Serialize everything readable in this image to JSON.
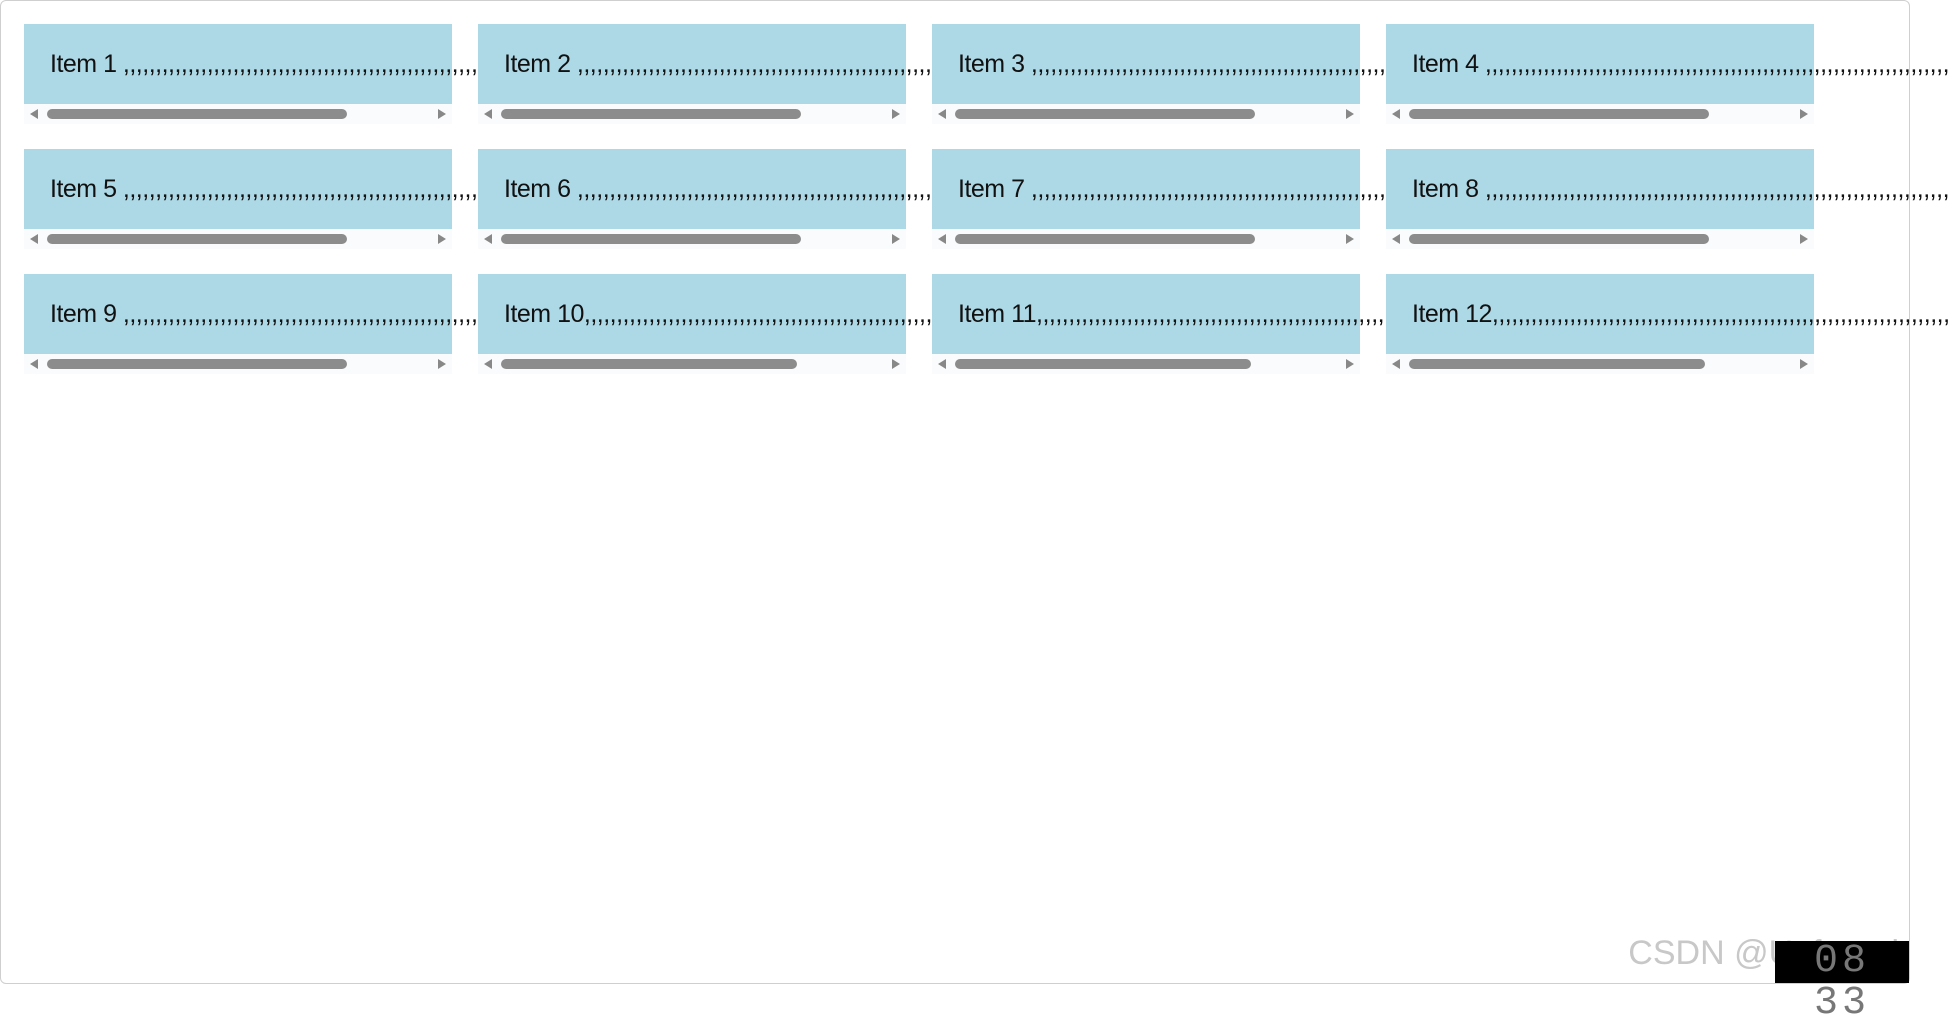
{
  "items": [
    {
      "label": "Item 1 ,,,,,,,,,,,,,,,,,,,,,,,,,,,,,,,,,,,,,,,,,,,,,,,,,,,,,,,,,,,,,,,,,,,,,,,,"
    },
    {
      "label": "Item 2 ,,,,,,,,,,,,,,,,,,,,,,,,,,,,,,,,,,,,,,,,,,,,,,,,,,,,,,,,,,,,,,,,,,,,,,,,"
    },
    {
      "label": "Item 3 ,,,,,,,,,,,,,,,,,,,,,,,,,,,,,,,,,,,,,,,,,,,,,,,,,,,,,,,,,,,,,,,,,,,,,,,,"
    },
    {
      "label": "Item 4 ,,,,,,,,,,,,,,,,,,,,,,,,,,,,,,,,,,,,,,,,,,,,,,,,,,,,,,,,,,,,,,,,,,,,,,,,"
    },
    {
      "label": "Item 5 ,,,,,,,,,,,,,,,,,,,,,,,,,,,,,,,,,,,,,,,,,,,,,,,,,,,,,,,,,,,,,,,,,,,,,,,,"
    },
    {
      "label": "Item 6 ,,,,,,,,,,,,,,,,,,,,,,,,,,,,,,,,,,,,,,,,,,,,,,,,,,,,,,,,,,,,,,,,,,,,,,,,"
    },
    {
      "label": "Item 7 ,,,,,,,,,,,,,,,,,,,,,,,,,,,,,,,,,,,,,,,,,,,,,,,,,,,,,,,,,,,,,,,,,,,,,,,,"
    },
    {
      "label": "Item 8 ,,,,,,,,,,,,,,,,,,,,,,,,,,,,,,,,,,,,,,,,,,,,,,,,,,,,,,,,,,,,,,,,,,,,,,,,"
    },
    {
      "label": "Item 9 ,,,,,,,,,,,,,,,,,,,,,,,,,,,,,,,,,,,,,,,,,,,,,,,,,,,,,,,,,,,,,,,,,,,,,,,,"
    },
    {
      "label": "Item 10,,,,,,,,,,,,,,,,,,,,,,,,,,,,,,,,,,,,,,,,,,,,,,,,,,,,,,,,,,,,,,,,,,,,,,,"
    },
    {
      "label": "Item 11,,,,,,,,,,,,,,,,,,,,,,,,,,,,,,,,,,,,,,,,,,,,,,,,,,,,,,,,,,,,,,,,,,,,,,,"
    },
    {
      "label": "Item 12,,,,,,,,,,,,,,,,,,,,,,,,,,,,,,,,,,,,,,,,,,,,,,,,,,,,,,,,,,,,,,,,,,,,,,,"
    }
  ],
  "colors": {
    "card_background": "#add8e6",
    "scrollbar_thumb": "#8c8c8c",
    "page_background": "#ffffff"
  },
  "watermark": "CSDN @Unf.read",
  "clock": "08 33"
}
